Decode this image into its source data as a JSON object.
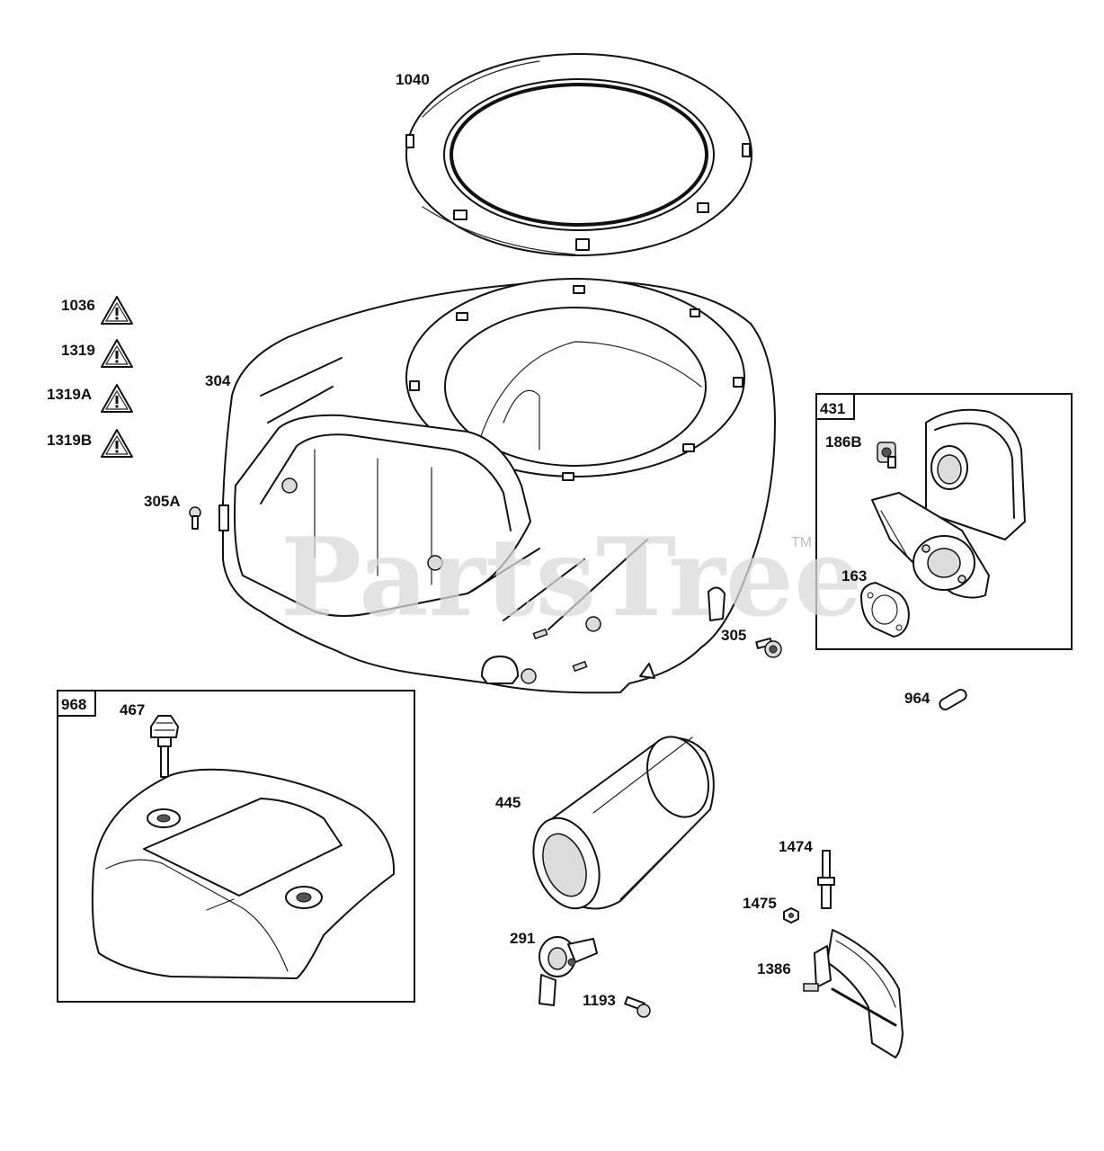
{
  "labels": {
    "p1040": "1040",
    "p1036": "1036",
    "p1319": "1319",
    "p1319a": "1319A",
    "p1319b": "1319B",
    "p304": "304",
    "p305a": "305A",
    "p431": "431",
    "p186b": "186B",
    "p163": "163",
    "p305": "305",
    "p964": "964",
    "p968": "968",
    "p467": "467",
    "p445": "445",
    "p1474": "1474",
    "p1475": "1475",
    "p291": "291",
    "p1386": "1386",
    "p1193": "1193"
  },
  "watermark": {
    "text": "PartsTree",
    "trademark": "TM"
  },
  "icons": {
    "warning": "warning-triangle-icon"
  }
}
